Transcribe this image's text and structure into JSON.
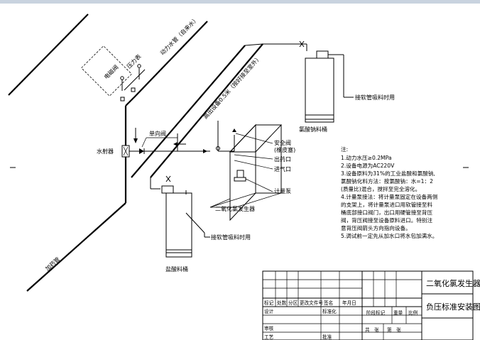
{
  "labels": {
    "power_pipe": "动力水管（自来水）",
    "solenoid_valve": "电磁阀",
    "pressure_gauge": "压力表",
    "outlet_pipe": "高出设备0.5米（按好接至室外）",
    "check_valve": "单向阀",
    "ejector": "水射器",
    "dosing_pipe": "加药管",
    "safety_valve": "安全阀",
    "safety_valve_sub": "(橡皮塞)",
    "outlet_port": "出药口",
    "inlet_port": "进气口",
    "metering_pump": "计量泵",
    "generator": "二氧化氯发生器",
    "chlorate_tank": "氯酸钠料桶",
    "acid_tank": "盐酸料桶",
    "hose_top": "接软管吸料时用",
    "hose_bottom": "接软管吸料时用"
  },
  "notes": {
    "heading": "注:",
    "lines": [
      "1.动力水压≥0.2MPa",
      "2.设备电源为AC220V",
      "3.设备原料为31%的工业盐酸和氯酸钠,",
      "  氯酸钠化料方法：按氯酸钠：水=1：2",
      "  (质量比)混合，搅拌至完全溶化。",
      "4.计量泵接法：将计量泵固定在设备两侧",
      "的支架上，将计量泵进口用软管接至料",
      "桶底部接口阀门，出口用硬管接至背压",
      "阀，背压阀接至设备原料进口。特别注",
      "意背压阀箭头方向指向设备。",
      "5.调试前一定先从加水口将水包加满水。"
    ]
  },
  "title_block": {
    "title": "二氧化氯发生器",
    "subtitle": "负压标准安装图",
    "headers": [
      "标记",
      "处数",
      "分区",
      "更改文件号",
      "签名",
      "年月日"
    ],
    "design": "设计",
    "standardize": "标准化",
    "stage_mark": "阶段标记",
    "weight": "重量",
    "scale": "比例",
    "review": "审核",
    "process": "工艺",
    "approve": "批准",
    "sheets": "共　张",
    "sheet_no": "第　张"
  }
}
